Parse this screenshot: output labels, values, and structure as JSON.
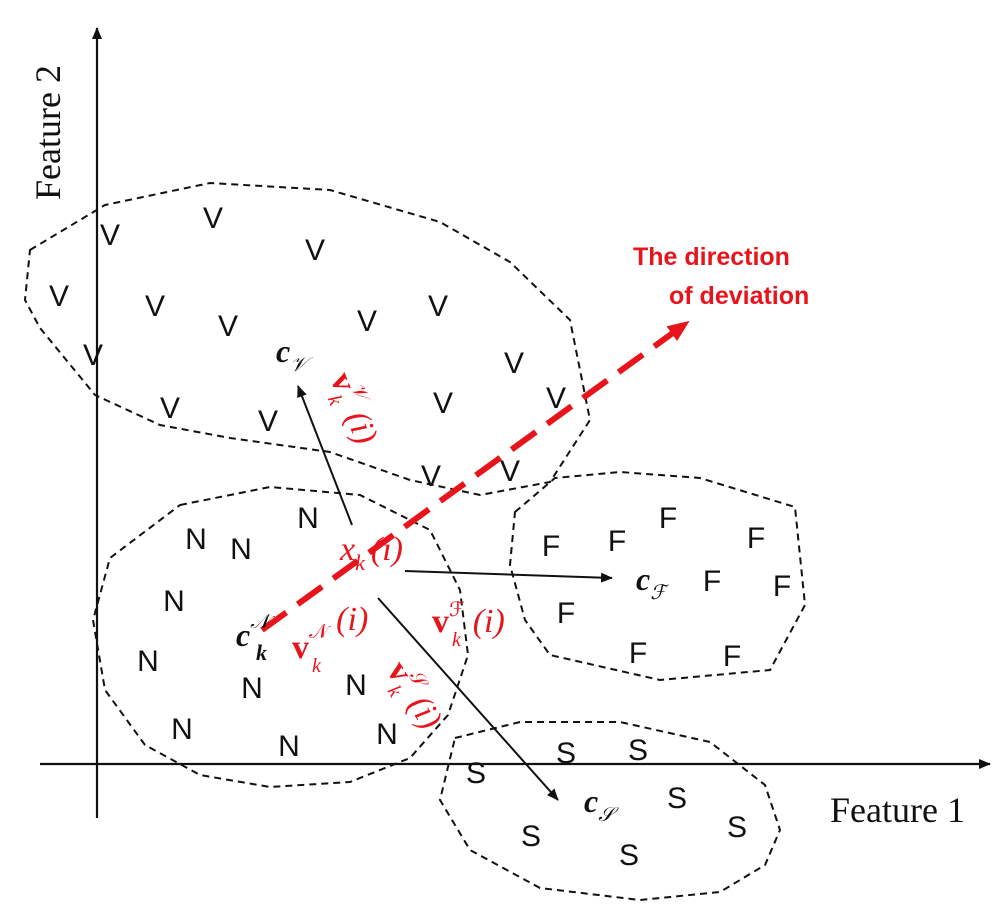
{
  "axes": {
    "x_label": "Feature 1",
    "y_label": "Feature 2"
  },
  "clusters": {
    "V": {
      "marker": "V",
      "centroid_main": "c",
      "centroid_sub": "𝒱"
    },
    "N": {
      "marker": "N",
      "centroid_main": "c",
      "centroid_sub": "k",
      "centroid_sup": "𝒩"
    },
    "F": {
      "marker": "F",
      "centroid_main": "c",
      "centroid_sub": "ℱ"
    },
    "S": {
      "marker": "S",
      "centroid_main": "c",
      "centroid_sub": "𝒮"
    }
  },
  "sample": {
    "main": "x",
    "sub": "k",
    "arg": "(i)"
  },
  "vectors": {
    "main": "v",
    "sub": "k",
    "arg": "(i)",
    "to_V_sup": "𝒱",
    "to_N_sup": "𝒩",
    "to_F_sup": "ℱ",
    "to_S_sup": "𝒮"
  },
  "deviation": {
    "line1": "The direction",
    "line2": "of deviation",
    "color": "#e8141c"
  }
}
